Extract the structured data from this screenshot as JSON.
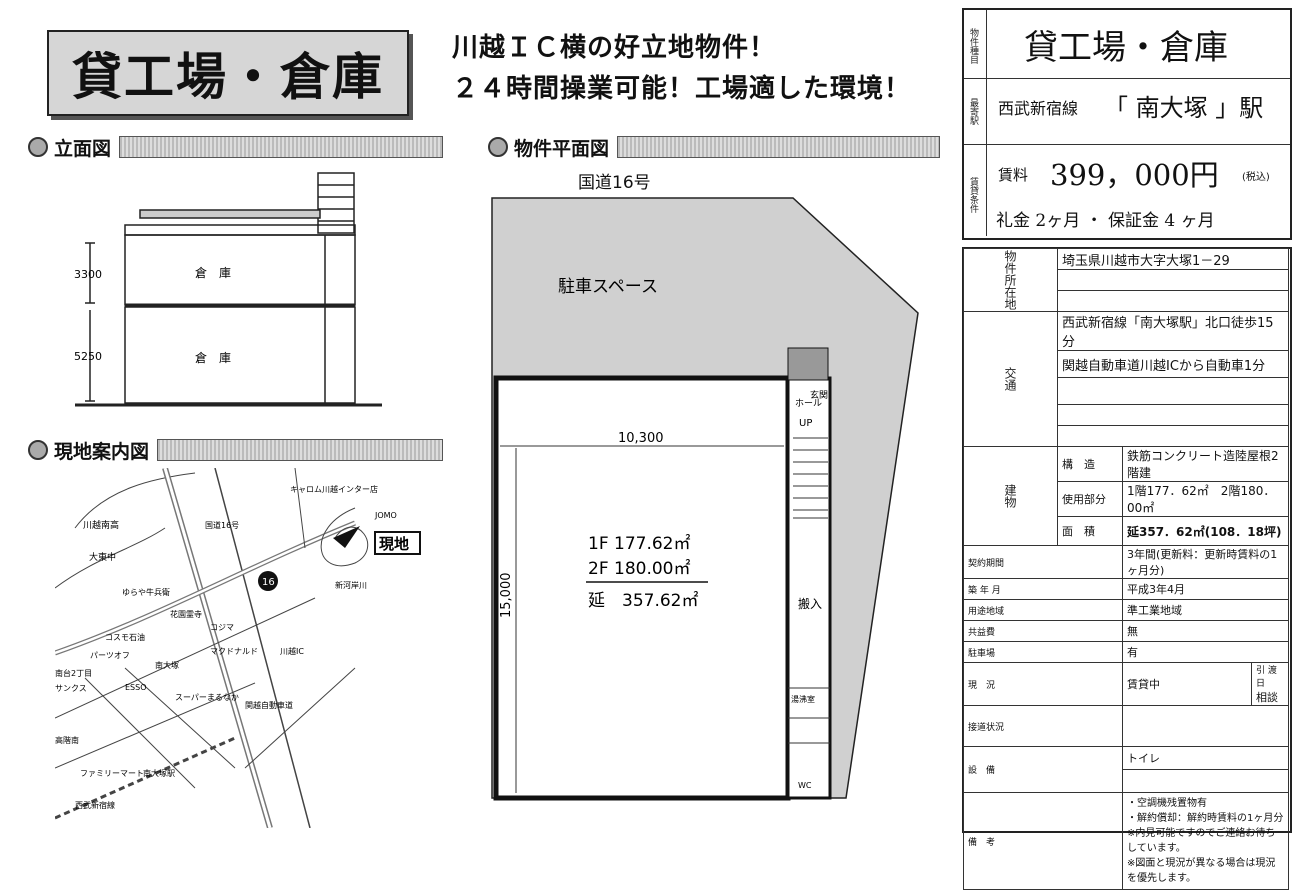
{
  "header": {
    "title": "貸工場・倉庫",
    "slogan1": "川越ＩＣ横の好立地物件！",
    "slogan2": "２４時間操業可能！工場適した環境！"
  },
  "sections": {
    "elevation": "立面図",
    "floorplan": "物件平面図",
    "map": "現地案内図"
  },
  "elevation": {
    "dim_upper": "3300",
    "dim_lower": "5250",
    "label_upper": "倉　庫",
    "label_lower": "倉　庫"
  },
  "floorplan": {
    "road": "国道16号",
    "parking": "駐車スペース",
    "width": "10,300",
    "depth": "15,000",
    "area_1f": "1F 177.62㎡",
    "area_2f": "2F 180.00㎡",
    "area_total": "延　357.62㎡",
    "hall": "ホール",
    "entrance": "玄関",
    "up": "UP",
    "loading": "搬入",
    "kitchen": "湯沸室",
    "wc": "WC"
  },
  "map": {
    "labels": [
      "川越南高",
      "大東中",
      "キャロム川越インター店",
      "JOMO",
      "ゆらや牛兵衛",
      "花園霊寺",
      "コスモ石油",
      "パーツオフ",
      "コジマ",
      "マクドナルド",
      "南大塚",
      "南台2丁目",
      "サンクス",
      "ESSO",
      "スーパーまるなか",
      "高階南",
      "ファミリーマート",
      "南大塚駅",
      "関越自動車道",
      "川越IC",
      "国道16号",
      "西武新宿線",
      "新河岸川"
    ],
    "site": "現地",
    "route": "16"
  },
  "panel": {
    "type_label": "物件種目",
    "type_value": "貸工場・倉庫",
    "station_label": "最寄駅",
    "station_line": "西武新宿線",
    "station_name": "「 南大塚 」駅",
    "rent_label": "賃貸条件",
    "rent_prefix": "賃料",
    "rent_value": "399，000円",
    "rent_tax": "(税込)",
    "deposit": "礼金 2ヶ月 ・ 保証金 4 ヶ月"
  },
  "info": {
    "address_label": "物件所在地",
    "address": "埼玉県川越市大字大塚1－29",
    "traffic_label": "交通",
    "traffic1": "西武新宿線「南大塚駅」北口徒歩15分",
    "traffic2": "関越自動車道川越ICから自動車1分",
    "building_label": "建物",
    "structure_label": "構　造",
    "structure": "鉄筋コンクリート造陸屋根2階建",
    "usage_label": "使用部分",
    "usage": "1階177．62㎡　2階180．00㎡",
    "area_label": "面　積",
    "area": "延357．62㎡(108．18坪)",
    "contract_label": "契約期間",
    "contract": "3年間(更新料：更新時賃料の1ヶ月分)",
    "built_label": "築 年 月",
    "built": "平成3年4月",
    "zone_label": "用途地域",
    "zone": "準工業地域",
    "rail_label": "共益費",
    "rail": "無",
    "parking_label": "駐車場",
    "parking": "有",
    "status_label": "現　況",
    "status": "賃貸中",
    "handover_label": "引 渡 日",
    "handover": "相談",
    "connect_label": "接道状況",
    "connect": "",
    "facility_label": "設　備",
    "facility": "トイレ",
    "notes_label": "備　考",
    "note1": "・空調機残置物有",
    "note2": "・解約償却：解約時賃料の1ヶ月分",
    "note3": "※内見可能ですのでご連絡お待ちしています。",
    "note4": "※図面と現況が異なる場合は現況を優先します。"
  }
}
